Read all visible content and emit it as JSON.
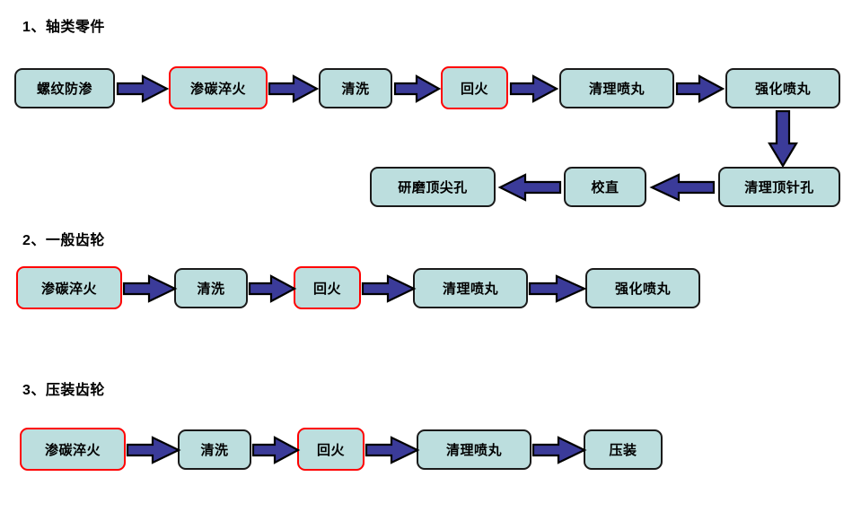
{
  "palette": {
    "node_fill": "#bcdede",
    "node_border": "#1a1a1a",
    "highlight_border": "#ff0000",
    "arrow_fill": "#3b3b99",
    "arrow_outline": "#000000",
    "background": "#ffffff",
    "text": "#000000"
  },
  "sections": [
    {
      "id": "shaft-parts",
      "title": "1、轴类零件",
      "rows": [
        {
          "direction": "left-to-right",
          "nodes": [
            {
              "label": "螺纹防渗",
              "highlight": false
            },
            {
              "label": "渗碳淬火",
              "highlight": true
            },
            {
              "label": "清洗",
              "highlight": false
            },
            {
              "label": "回火",
              "highlight": true
            },
            {
              "label": "清理喷丸",
              "highlight": false
            },
            {
              "label": "强化喷丸",
              "highlight": false
            }
          ]
        },
        {
          "direction": "right-to-left",
          "nodes": [
            {
              "label": "研磨顶尖孔",
              "highlight": false
            },
            {
              "label": "校直",
              "highlight": false
            },
            {
              "label": "清理顶针孔",
              "highlight": false
            }
          ]
        }
      ],
      "connector": {
        "type": "down-arrow",
        "from": "强化喷丸",
        "to": "清理顶针孔"
      }
    },
    {
      "id": "general-gear",
      "title": "2、一般齿轮",
      "rows": [
        {
          "direction": "left-to-right",
          "nodes": [
            {
              "label": "渗碳淬火",
              "highlight": true
            },
            {
              "label": "清洗",
              "highlight": false
            },
            {
              "label": "回火",
              "highlight": true
            },
            {
              "label": "清理喷丸",
              "highlight": false
            },
            {
              "label": "强化喷丸",
              "highlight": false
            }
          ]
        }
      ]
    },
    {
      "id": "press-fit-gear",
      "title": "3、压装齿轮",
      "rows": [
        {
          "direction": "left-to-right",
          "nodes": [
            {
              "label": "渗碳淬火",
              "highlight": true
            },
            {
              "label": "清洗",
              "highlight": false
            },
            {
              "label": "回火",
              "highlight": true
            },
            {
              "label": "清理喷丸",
              "highlight": false
            },
            {
              "label": "压装",
              "highlight": false
            }
          ]
        }
      ]
    }
  ]
}
